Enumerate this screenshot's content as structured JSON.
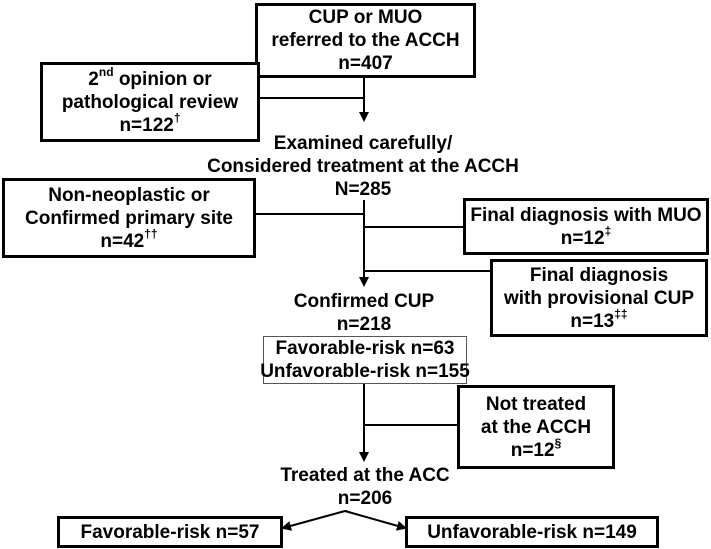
{
  "nodes": {
    "referred": {
      "line1": "CUP or MUO",
      "line2": "referred to the ACCH",
      "line3": "n=407"
    },
    "second_opinion": {
      "line1_pre": "2",
      "line1_sup": "nd",
      "line1_post": " opinion or",
      "line2": "pathological review",
      "line3": "n=122",
      "line3_mark": "†"
    },
    "examined": {
      "line1": "Examined carefully/",
      "line2": "Considered treatment at the ACCH",
      "line3": "N=285"
    },
    "non_neoplastic": {
      "line1": "Non-neoplastic or",
      "line2": "Confirmed primary site",
      "line3": "n=42",
      "line3_mark": "††"
    },
    "final_muo": {
      "line1": "Final diagnosis with MUO",
      "line2": "n=12",
      "line2_mark": "‡"
    },
    "final_provisional": {
      "line1": "Final diagnosis",
      "line2": "with provisional CUP",
      "line3": "n=13",
      "line3_mark": "‡‡"
    },
    "confirmed": {
      "line1": "Confirmed CUP",
      "line2": "n=218"
    },
    "risk_split": {
      "line1": "Favorable-risk n=63",
      "line2": "Unfavorable-risk n=155"
    },
    "not_treated": {
      "line1": "Not treated",
      "line2": "at the ACCH",
      "line3": "n=12",
      "line3_mark": "§"
    },
    "treated": {
      "line1": "Treated at the ACC",
      "line2": "n=206"
    },
    "favorable_final": {
      "line1": "Favorable-risk n=57"
    },
    "unfavorable_final": {
      "line1": "Unfavorable-risk n=149"
    }
  },
  "colors": {
    "line": "#000000",
    "thin_border": "#555555",
    "background": "#ffffff"
  }
}
